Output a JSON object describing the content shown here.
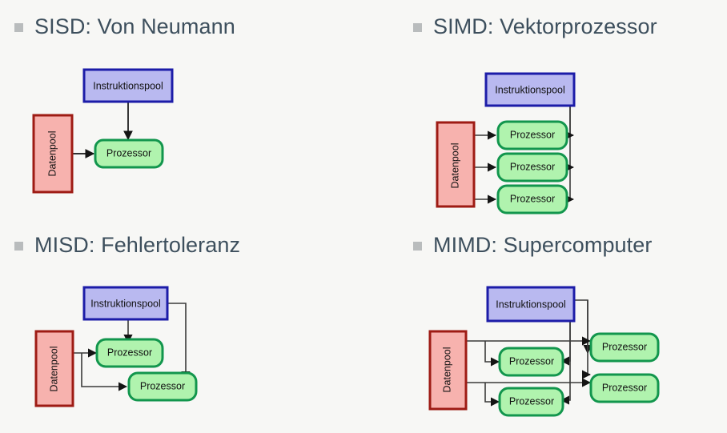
{
  "slide": {
    "background_color": "#f7f7f5",
    "heading_color": "#3d4f5d",
    "bullet_color": "#b9bcbd"
  },
  "palette": {
    "instruction_fill": "#b9b9f0",
    "instruction_border": "#1c1ca8",
    "data_fill": "#f7b2ae",
    "data_border": "#9e1b14",
    "processor_fill": "#b0f3ae",
    "processor_border": "#12964d",
    "edge": "#3a3a3a"
  },
  "labels": {
    "instruction_pool": "Instruktionspool",
    "data_pool": "Datenpool",
    "processor": "Prozessor"
  },
  "quadrants": [
    {
      "id": "sisd",
      "title": "SISD: Von Neumann",
      "bullet": "square-bullet",
      "instruction_pools": 1,
      "data_pools": 1,
      "processors": 1
    },
    {
      "id": "simd",
      "title": "SIMD: Vektorprozessor",
      "bullet": "square-bullet",
      "instruction_pools": 1,
      "data_pools": 1,
      "processors": 3
    },
    {
      "id": "misd",
      "title": "MISD: Fehlertoleranz",
      "bullet": "square-bullet",
      "instruction_pools": 1,
      "data_pools": 1,
      "processors": 2
    },
    {
      "id": "mimd",
      "title": "MIMD: Supercomputer",
      "bullet": "square-bullet",
      "instruction_pools": 1,
      "data_pools": 1,
      "processors": 4
    }
  ]
}
